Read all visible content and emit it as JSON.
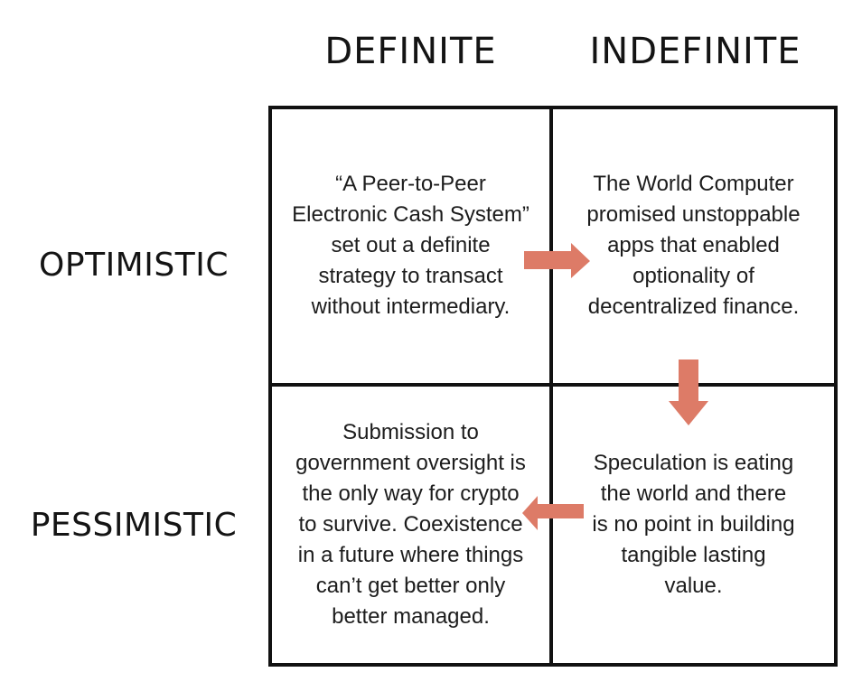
{
  "matrix": {
    "title_implicit": "2x2 crypto narrative matrix",
    "columns": {
      "definite": {
        "label": "DEFINITE"
      },
      "indefinite": {
        "label": "INDEFINITE"
      }
    },
    "rows": {
      "optimistic": {
        "label": "OPTIMISTIC"
      },
      "pessimistic": {
        "label": "PESSIMISTIC"
      }
    },
    "cells": {
      "optimistic_definite": "“A Peer-to-Peer\nElectronic Cash System”\nset out a definite\nstrategy to transact\nwithout intermediary.",
      "optimistic_indefinite": "The World Computer\npromised unstoppable\napps that enabled\noptionality of\ndecentralized finance.",
      "pessimistic_definite": "Submission to\ngovernment oversight is\nthe only way for crypto\nto survive. Coexistence\nin a future where things\ncan’t get better only\nbetter managed.",
      "pessimistic_indefinite": "Speculation is eating\nthe world and there\nis no point in building\ntangible lasting\nvalue."
    },
    "arrows": [
      {
        "name": "optimistic-definite-to-optimistic-indefinite",
        "direction": "right"
      },
      {
        "name": "optimistic-indefinite-to-pessimistic-indefinite",
        "direction": "down"
      },
      {
        "name": "pessimistic-indefinite-to-pessimistic-definite",
        "direction": "left"
      }
    ],
    "colors": {
      "arrow": "#dd7b67",
      "border": "#111111",
      "background": "#ffffff",
      "text": "#1c1c1c"
    }
  }
}
